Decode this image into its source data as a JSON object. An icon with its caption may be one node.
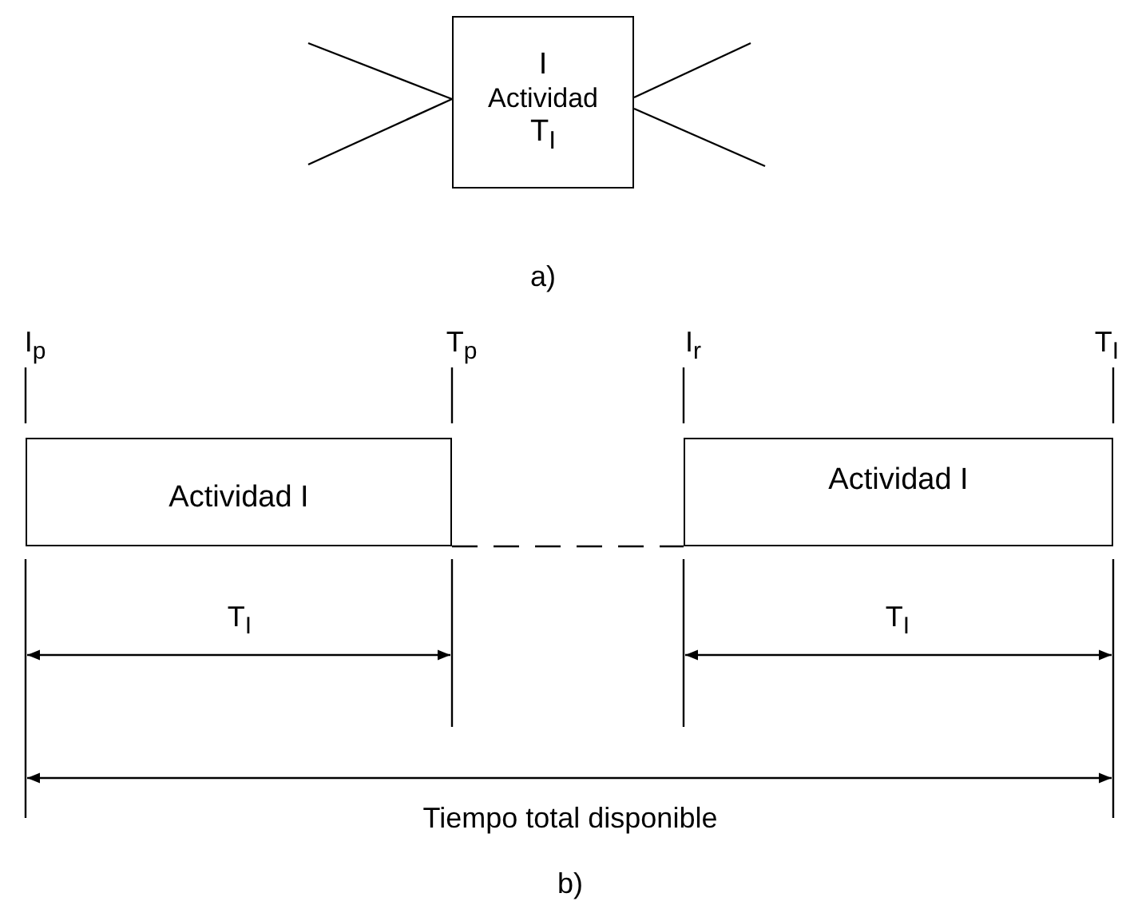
{
  "diagram": {
    "nodes": [
      {
        "text": [
          "I",
          "Actividad",
          "T$_{I}$"
        ]
      },
      {
        "text": [
          "Actividad I"
        ]
      },
      {
        "text": [
          "Actividad I"
        ]
      }
    ],
    "edges": [
      {
        "from": null,
        "to": 0,
        "arrow": "none"
      },
      {
        "from": null,
        "to": 0,
        "arrow": "none"
      },
      {
        "from": 0,
        "to": null,
        "arrow": "none"
      },
      {
        "from": 0,
        "to": null,
        "arrow": "none"
      },
      {
        "from": 1,
        "to": 2,
        "arrow": "none",
        "style": "dashed"
      }
    ],
    "labels": [
      "a)",
      "I$_{p}$",
      "T$_{p}$",
      "I$_{r}$",
      "T$_{I}$",
      "T$_{I}$",
      "T$_{I}$",
      "Tiempo total disponible",
      "b)"
    ]
  }
}
